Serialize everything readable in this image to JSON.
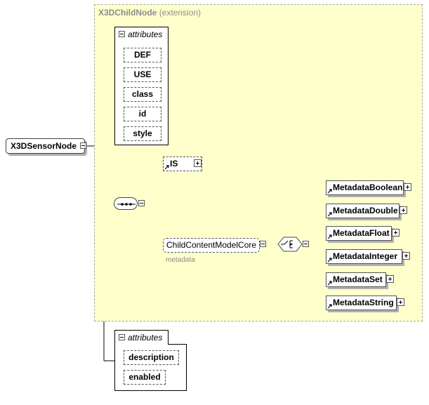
{
  "extension_box": {
    "name": "X3DChildNode",
    "suffix": "(extension)"
  },
  "root": {
    "name": "X3DSensorNode"
  },
  "inherited_attributes": {
    "label": "attributes",
    "items": [
      "DEF",
      "USE",
      "class",
      "id",
      "style"
    ]
  },
  "sequence": {
    "is_element": "IS",
    "group": {
      "name": "ChildContentModelCore",
      "sublabel": "metadata"
    },
    "choice_elements": [
      "MetadataBoolean",
      "MetadataDouble",
      "MetadataFloat",
      "MetadataInteger",
      "MetadataSet",
      "MetadataString"
    ]
  },
  "own_attributes": {
    "label": "attributes",
    "items": [
      "description",
      "enabled"
    ]
  }
}
